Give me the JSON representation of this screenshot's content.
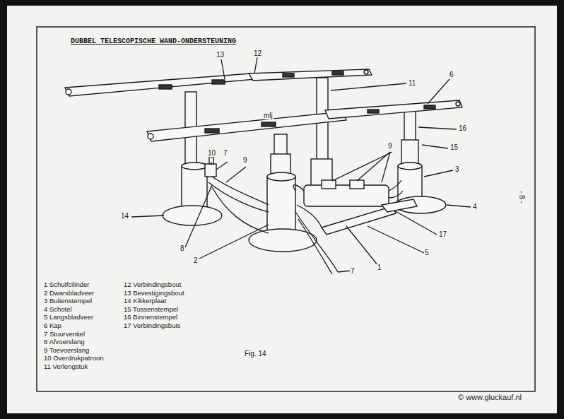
{
  "diagram": {
    "title": "DUBBEL TELESCOPISCHE WAND-ONDERSTEUNING",
    "caption": "Fig. 14",
    "labels": [
      "13",
      "12",
      "11",
      "6",
      "16",
      "15",
      "3",
      "4",
      "17",
      "5",
      "1",
      "7",
      "2",
      "8",
      "14",
      "10",
      "7",
      "9",
      "9",
      "mlj",
      "1 Schuifcilinder",
      "2 Dwarsbladveer",
      "3 Buitenstempel",
      "4 Schotel",
      "5 Langsbladveer",
      "6 Kap",
      "7 Stuurventiel",
      "8 Afvoerslang",
      "9 Toevoerslang",
      "10 Overdrukpatroon",
      "11 Verlengstuk",
      "12 Verbindingsbout",
      "13 Bevestigingsbout",
      "14 Kikkerplaat",
      "15 Tussenstempel",
      "16 Binnenstempel",
      "17 Verbindingsbuis",
      "- 8 -",
      "© www.gluckauf.nl"
    ]
  }
}
